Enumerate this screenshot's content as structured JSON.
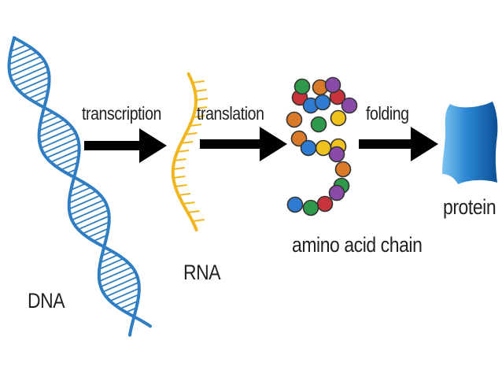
{
  "labels": {
    "dna": "DNA",
    "rna": "RNA",
    "amino_acid_chain": "amino acid chain",
    "protein": "protein",
    "transcription": "transcription",
    "translation": "translation",
    "folding": "folding"
  },
  "colors": {
    "dna": "#2f7dc2",
    "rna": "#f2b51d",
    "arrow": "#000000",
    "protein_light": "#7cc4f0",
    "protein_dark": "#0c4f95",
    "bead_palette": [
      "#2e7bd1",
      "#d97a2b",
      "#8a4aa8",
      "#2f9a4a",
      "#f0c21e",
      "#c7333a"
    ]
  },
  "amino_acid_chain": {
    "beads": [
      "red",
      "orange",
      "blue",
      "green",
      "blue",
      "orange",
      "red",
      "purple",
      "yellow",
      "green",
      "orange",
      "blue",
      "yellow",
      "yellow",
      "purple",
      "orange",
      "green",
      "purple",
      "red",
      "green",
      "blue",
      "purple"
    ]
  }
}
